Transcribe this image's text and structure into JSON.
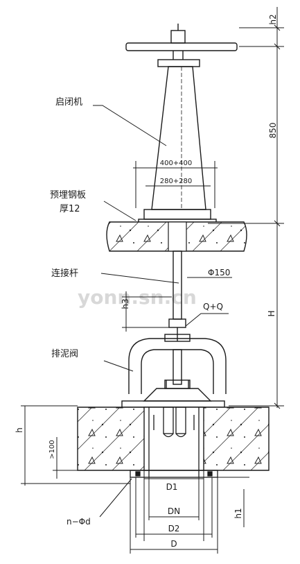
{
  "labels": {
    "opener": "启闭机",
    "embedded_plate": "预埋钢板",
    "plate_thickness": "厚12",
    "connecting_rod": "连接杆",
    "mud_valve": "排泥阀"
  },
  "dimensions": {
    "h2": "h2",
    "d850": "850",
    "d400": "400+400",
    "d280": "280+280",
    "phi150": "Φ150",
    "h3": "h3",
    "qq": "Q+Q",
    "H": "H",
    "h": "h",
    "gt100": ">100",
    "D1": "D1",
    "DN": "DN",
    "D2": "D2",
    "D": "D",
    "h1": "h1",
    "ndia": "n−Φd"
  },
  "watermark": "yonn.sn.cn"
}
